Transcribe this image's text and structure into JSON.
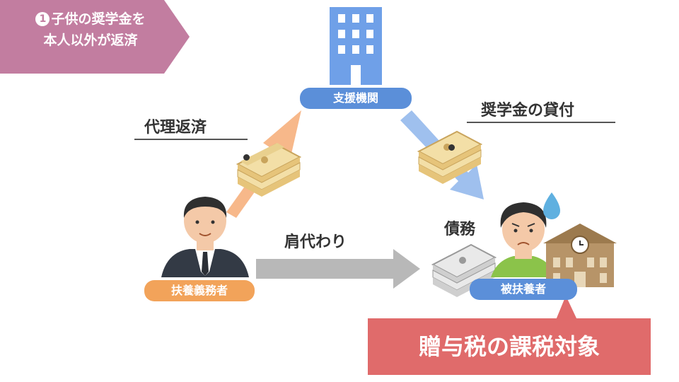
{
  "banner": {
    "number": "1",
    "line1": "子供の奨学金を",
    "line2": "本人以外が返済",
    "color": "#c27da0"
  },
  "nodes": {
    "institution": {
      "label": "支援機関",
      "color": "#5b8fd9"
    },
    "guardian": {
      "label": "扶養義務者",
      "color": "#f2a35a"
    },
    "dependent": {
      "label": "被扶養者",
      "color": "#5b8fd9"
    }
  },
  "labels": {
    "proxy_repay": "代理返済",
    "loan": "奨学金の貸付",
    "debt": "債務",
    "shoulder": "肩代わり"
  },
  "result": {
    "text": "贈与税の課税対象",
    "color": "#e06b6b"
  },
  "colors": {
    "orange_arrow": "#f7b88a",
    "blue_arrow": "#9fc0ee",
    "gray_arrow": "#b8b8b8",
    "building": "#6fa0e8",
    "school": "#b79468"
  }
}
